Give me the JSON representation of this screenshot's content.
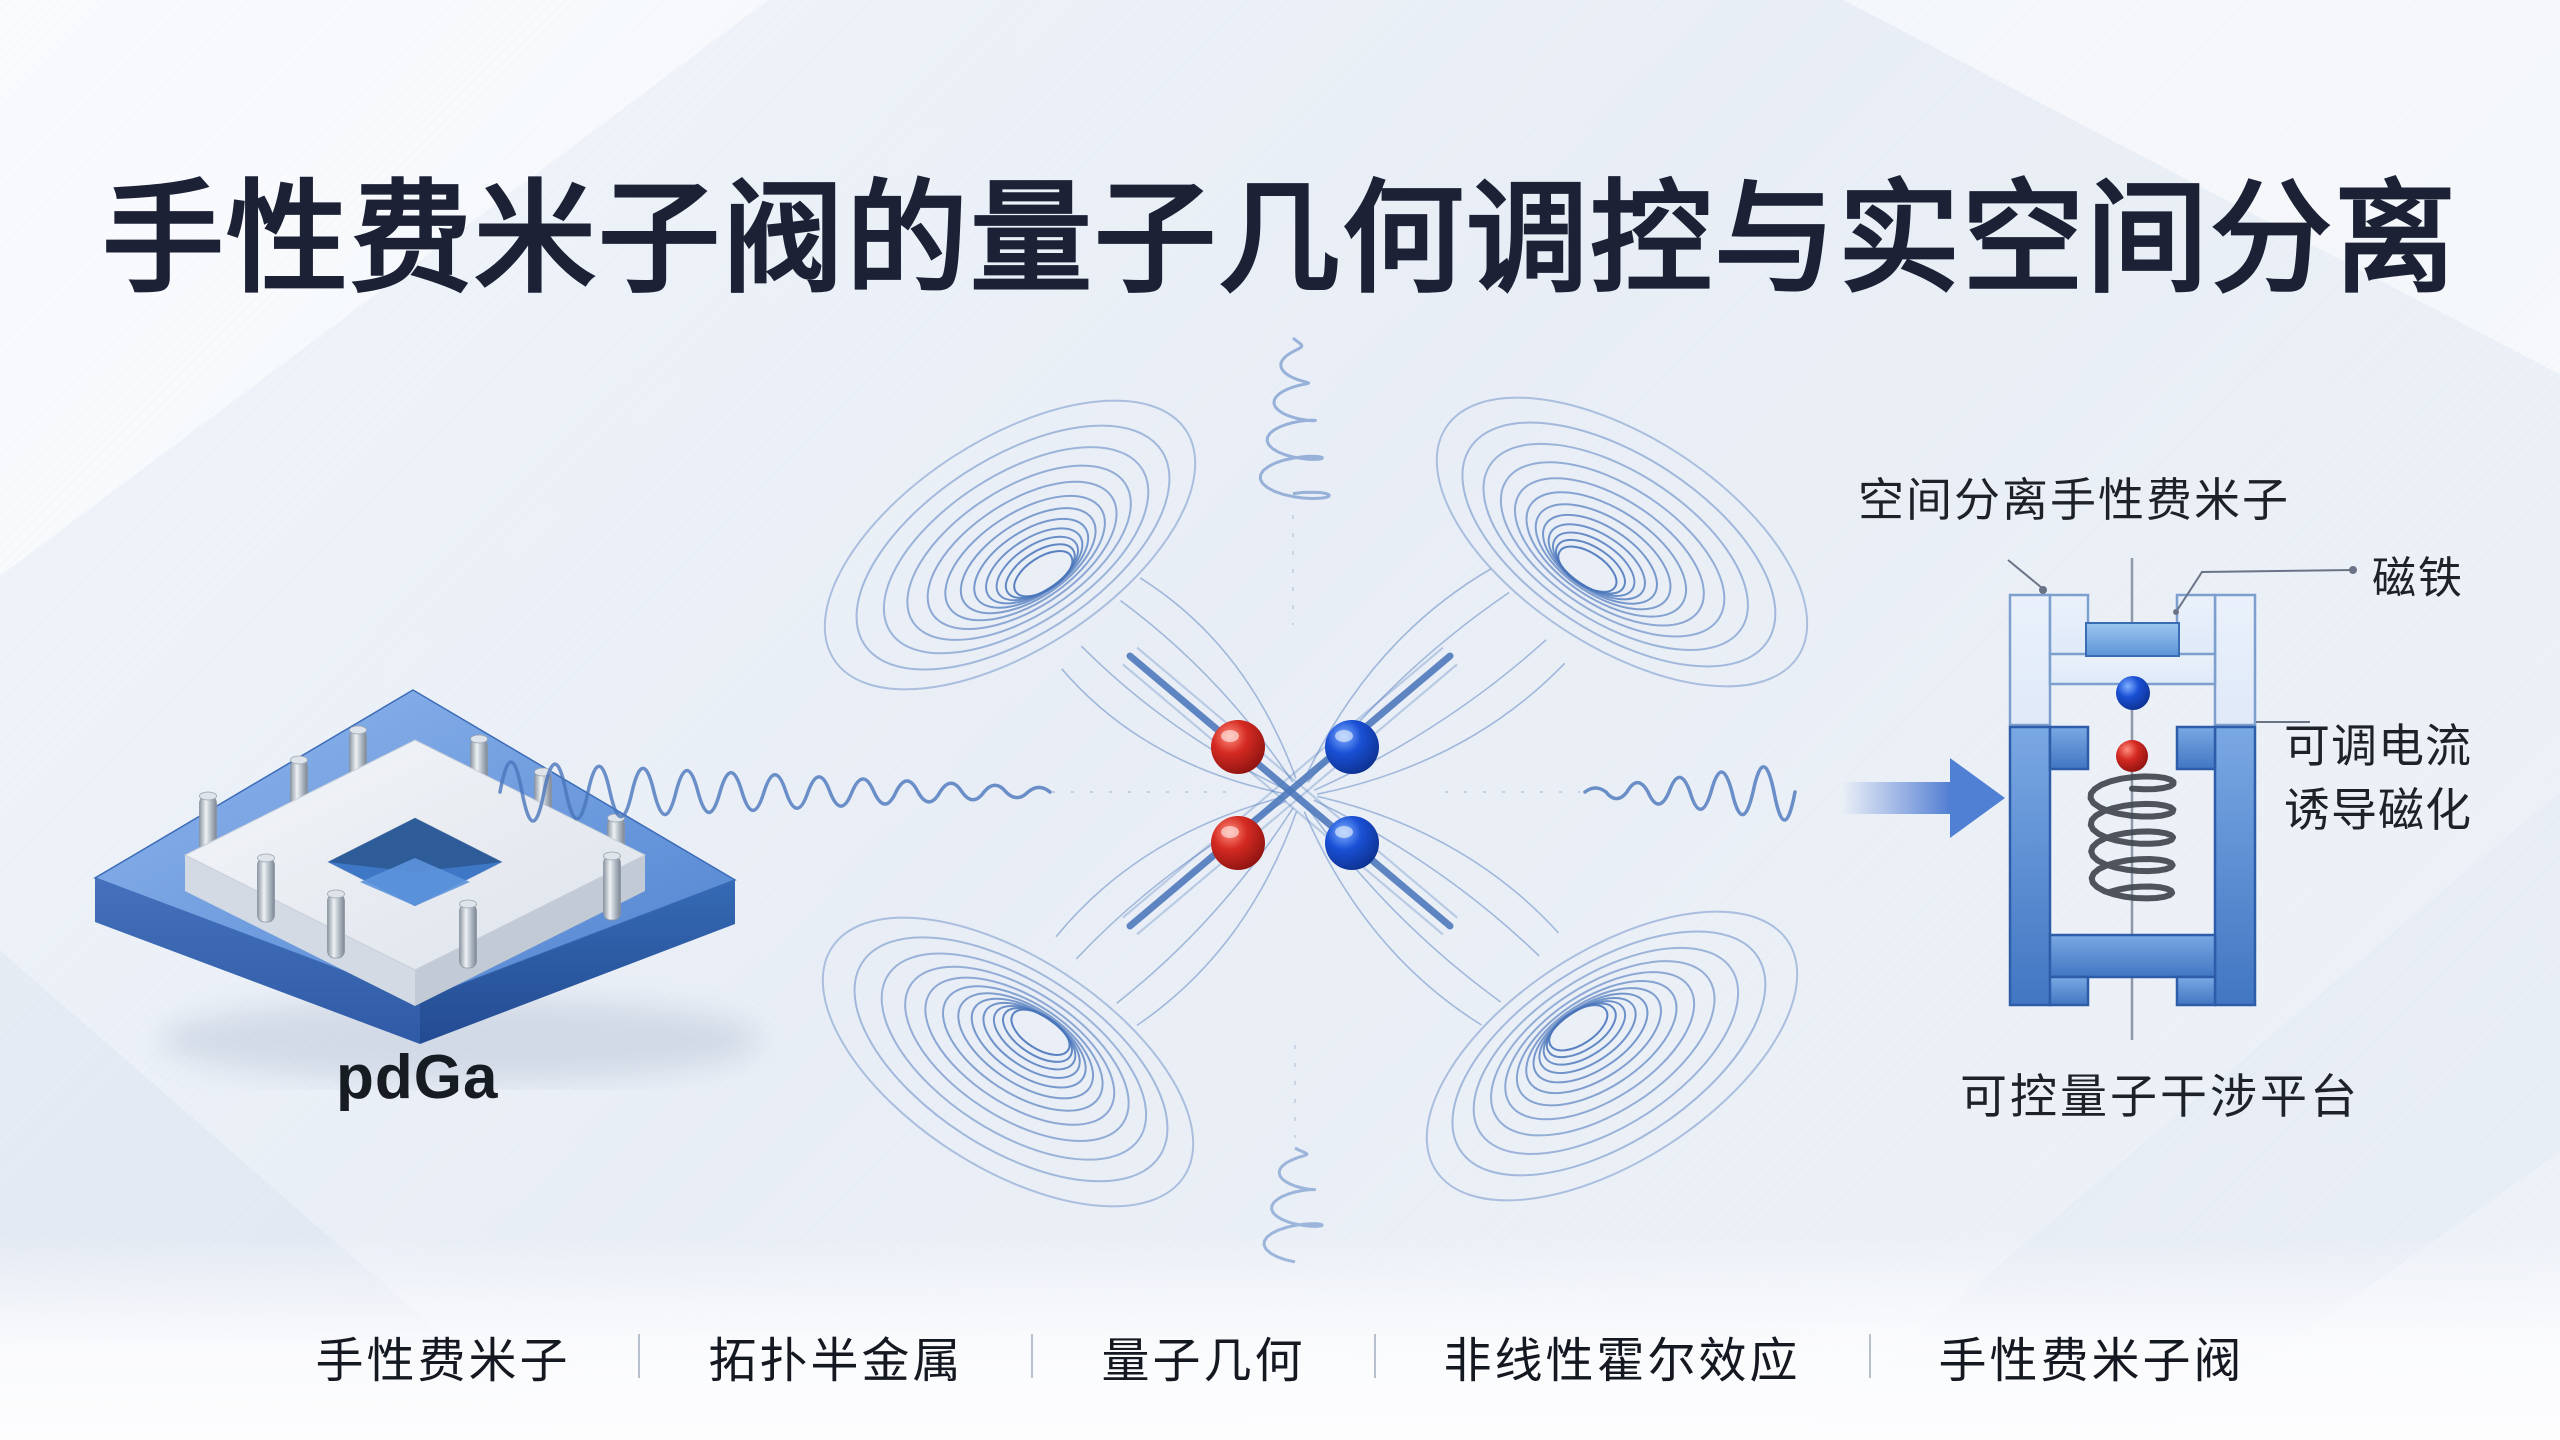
{
  "title": "手性费米子阀的量子几何调控与实空间分离",
  "left_figure": {
    "caption": "pdGa"
  },
  "right_figure": {
    "label_separated": "空间分离手性费米子",
    "label_magnet": "磁铁",
    "label_current_1": "可调电流",
    "label_current_2": "诱导磁化",
    "label_platform": "可控量子干涉平台"
  },
  "keywords": [
    "手性费米子",
    "拓扑半金属",
    "量子几何",
    "非线性霍尔效应",
    "手性费米子阀"
  ],
  "colors": {
    "title": "#1c2136",
    "text": "#1d2128",
    "accent_blue": "#4a76bb",
    "sphere_red": "#d42a22",
    "sphere_blue": "#1a50d6",
    "device_pale": "#dfe9f8",
    "device_blue": "#4e86cc",
    "device_blue_dark": "#2d5da8",
    "spring_gray": "#41464e",
    "substrate_blue": "#4f83d0",
    "metal_silver": "#c3ccd6",
    "arrow_blue": "#4b7ad0"
  }
}
